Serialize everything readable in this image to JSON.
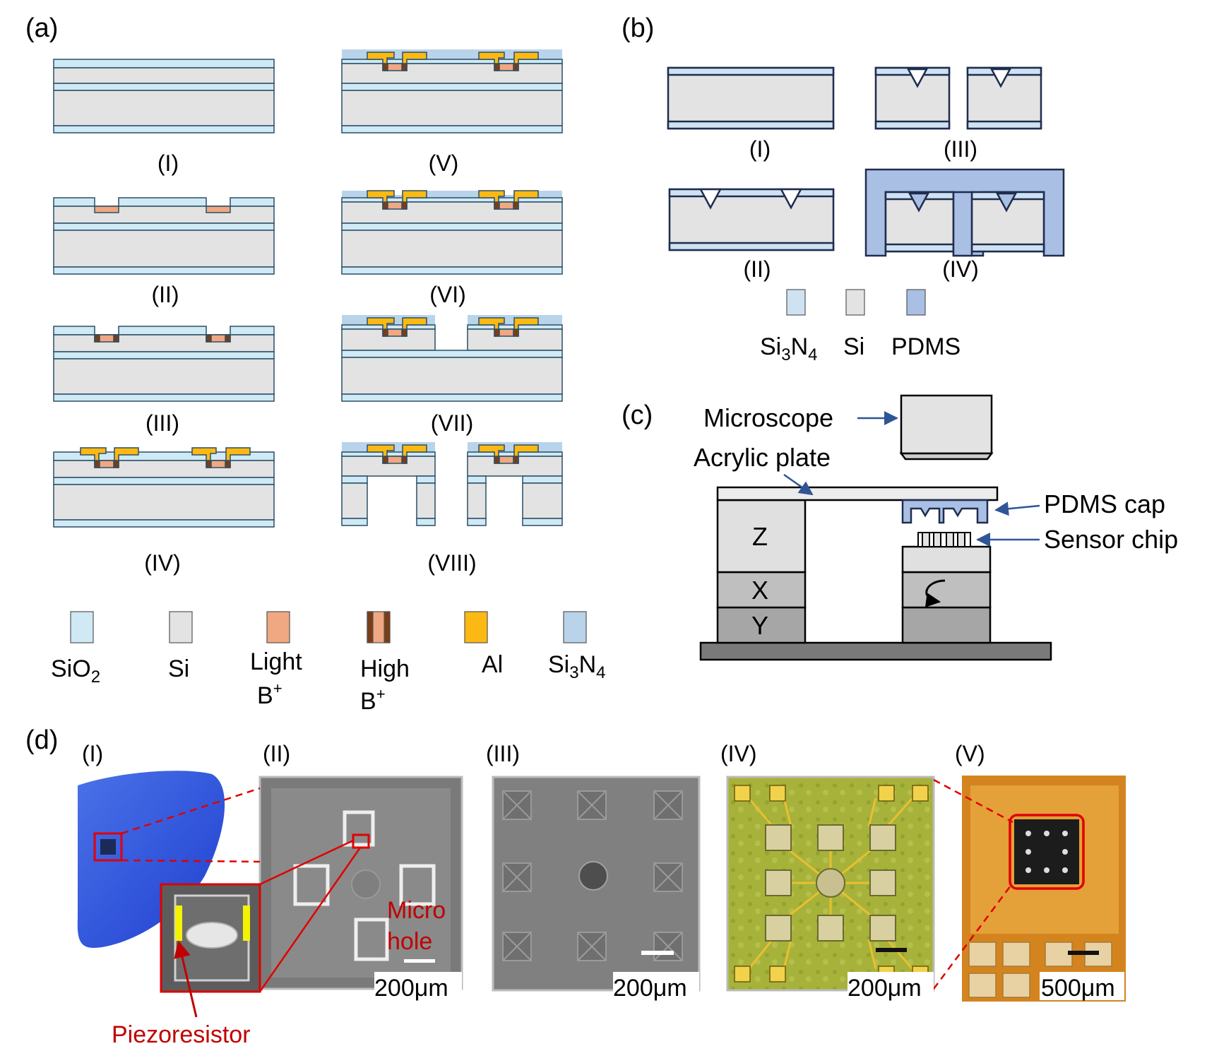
{
  "panel_letters": {
    "a": "(a)",
    "b": "(b)",
    "c": "(c)",
    "d": "(d)"
  },
  "a": {
    "steps": [
      "(I)",
      "(II)",
      "(III)",
      "(IV)",
      "(V)",
      "(VI)",
      "(VII)",
      "(VIII)"
    ],
    "legend": {
      "sio2": {
        "main": "SiO",
        "sub": "2"
      },
      "si": "Si",
      "light": {
        "line1": "Light",
        "line2": "B",
        "sup": "+"
      },
      "high": {
        "line1": "High",
        "line2": "B",
        "sup": "+"
      },
      "al": "Al",
      "si3n4": {
        "a": "Si",
        "b": "3",
        "c": "N",
        "d": "4"
      }
    }
  },
  "b": {
    "steps": [
      "(I)",
      "(II)",
      "(III)",
      "(IV)"
    ],
    "legend": {
      "si3n4": {
        "a": "Si",
        "b": "3",
        "c": "N",
        "d": "4"
      },
      "si": "Si",
      "pdms": "PDMS"
    }
  },
  "c": {
    "microscope": "Microscope",
    "acrylic": "Acrylic plate",
    "pdms_cap": "PDMS cap",
    "sensor_chip": "Sensor chip",
    "stage_z": "Z",
    "stage_x": "X",
    "stage_y": "Y"
  },
  "d": {
    "labels": [
      "(I)",
      "(II)",
      "(III)",
      "(IV)",
      "(V)"
    ],
    "scale_bars": [
      "200μm",
      "200μm",
      "200μm",
      "500μm"
    ],
    "micro_hole": {
      "line1": "Micro",
      "line2": "hole"
    },
    "piezoresistor": "Piezoresistor"
  },
  "colors": {
    "sio2": "#cfe9f5",
    "si": "#e3e3e3",
    "light_b": "#f0a882",
    "high_b": "#7a3d18",
    "al": "#fdb913",
    "si3n4": "#b9d3ea",
    "pdms": "#a9bfe3",
    "outline_b": "#1f2d4e",
    "annotation_red": "#c00000",
    "arrow_blue": "#2f5597"
  }
}
